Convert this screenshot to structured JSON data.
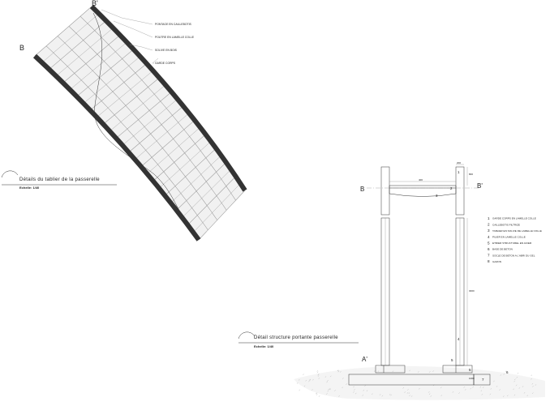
{
  "deck_plan": {
    "title": "Détails du tablier de la passerelle",
    "scale": "Echelle: 1/40",
    "section_mark_left": "B",
    "section_mark_top": "B'",
    "callouts": [
      "PONTAGE EN CAILLEBOTIS",
      "POUTRE EN LAMELLE COLLE",
      "SOLIVE EN BOIS",
      "GARDE CORPS"
    ]
  },
  "structure": {
    "title": "Détail structure portante passerelle",
    "scale": "Echelle: 1/40",
    "section_mark_left": "B",
    "section_mark_right": "B'",
    "elevation_mark": "A'",
    "dimensions": {
      "top_width": "200",
      "post_top": "800",
      "span": "400",
      "post_height": "3000",
      "footing": "1000"
    },
    "markers": [
      "1",
      "2",
      "3",
      "4",
      "5",
      "5",
      "6",
      "7"
    ],
    "legend": [
      {
        "num": "1",
        "label": "GARDE CORPS EN LAMELLE COLLE"
      },
      {
        "num": "2",
        "label": "CAILLEBOTIS FILTRIZE"
      },
      {
        "num": "3",
        "label": "TABLIER EN SOLIVE DE LAMELLE COLLE"
      },
      {
        "num": "4",
        "label": "PILIER EN LAMELLE COLLE"
      },
      {
        "num": "5",
        "label": "ETRIER STRUCTUREL EN ACIER"
      },
      {
        "num": "6",
        "label": "BASE DE BETON"
      },
      {
        "num": "7",
        "label": "SOCLE DE BETON A L'ABRI DU GEL"
      },
      {
        "num": "8",
        "label": "GAZON"
      }
    ]
  }
}
